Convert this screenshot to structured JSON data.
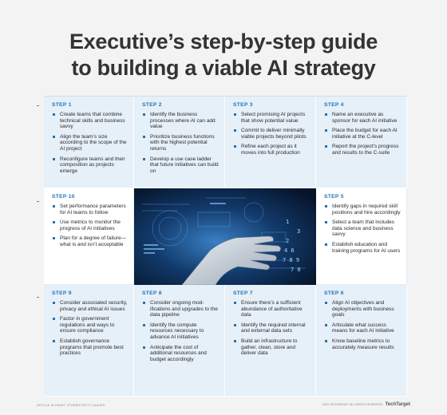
{
  "title": {
    "line1": "Executive’s step-by-step guide",
    "line2": "to building a viable AI strategy"
  },
  "steps": [
    {
      "label": "STEP 1",
      "items": [
        "Create teams that combine technical skills and business savvy",
        "Align the team’s size according to the scope of the AI project",
        "Reconfigure teams and their composition as projects emerge"
      ]
    },
    {
      "label": "STEP 2",
      "items": [
        "Identify the business processes where AI can add value",
        "Prioritize business functions with the highest potential returns",
        "Develop a use case ladder that future initiatives can build on"
      ]
    },
    {
      "label": "STEP 3",
      "items": [
        "Select promising AI projects that show potential value",
        "Commit to deliver minimally viable projects beyond pilots",
        "Refine each project as it moves into full production"
      ]
    },
    {
      "label": "STEP 4",
      "items": [
        "Name an executive as sponsor for each AI initiative",
        "Place the budget for each AI initiative at the C-level",
        "Report the project’s progress and results to the C-suite"
      ]
    },
    {
      "label": "STEP 5",
      "items": [
        "Identify gaps in required skill positions and hire accordingly",
        "Select a team that includes data science and business savvy",
        "Establish education and training programs for AI users"
      ]
    },
    {
      "label": "STEP 6",
      "items": [
        "Align AI objectives and deployments with business goals",
        "Articulate what success means for each AI initiative",
        "Know baseline metrics to accurately measure results"
      ]
    },
    {
      "label": "STEP 7",
      "items": [
        "Ensure there’s a sufficient abundance of authoritative data",
        "Identify the required internal and external data sets",
        "Build an infrastructure to gather, clean, store and deliver data"
      ]
    },
    {
      "label": "STEP 8",
      "items": [
        "Consider ongoing mod-ifications and upgrades to the data pipeline",
        "Identify the compute resources necessary to advance AI initiatives",
        "Anticipate the cost of additional resources and budget accordingly"
      ]
    },
    {
      "label": "STEP 9",
      "items": [
        "Consider associated security, privacy and ethical AI issues",
        "Factor in government regulations and ways to ensure compliance",
        "Establish governance programs that promote best practices"
      ]
    },
    {
      "label": "STEP 10",
      "items": [
        "Set performance parameters for AI teams to follow",
        "Use metrics to monitor the progress of AI initiatives",
        "Plan for a degree of failure—what is and isn’t acceptable"
      ]
    }
  ],
  "image": {
    "digits": [
      "1",
      "3",
      "2",
      "4 6",
      "7 8 9",
      "7 0"
    ]
  },
  "footer": {
    "left": "ARTICLE IN HEART: STORIES RETTY IMAGES",
    "right_small": "2023 TECHTARGET. ALL RIGHTS RESERVED",
    "brand": "TechTarget"
  },
  "colors": {
    "accent": "#1f73b7",
    "cell_bg": "#e6f0f8",
    "page_bg": "#f3f3f3"
  }
}
